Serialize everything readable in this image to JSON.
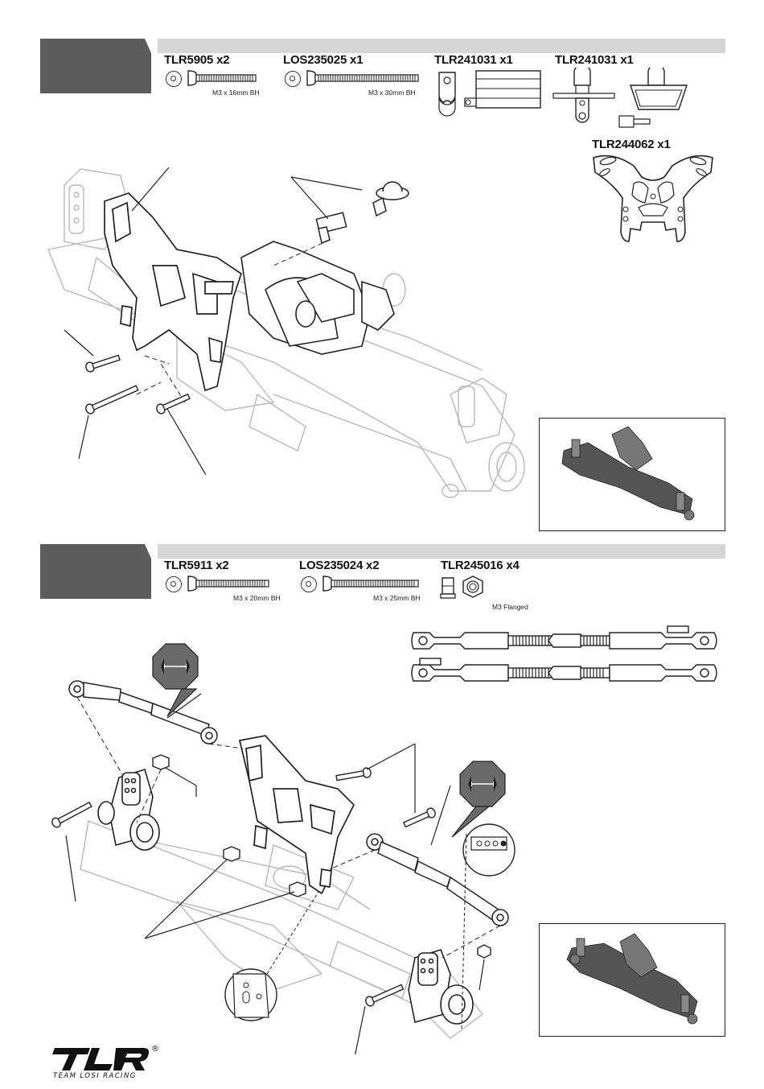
{
  "step1": {
    "parts": [
      {
        "code": "TLR5905 x2",
        "spec": "M3 x 16mm BH"
      },
      {
        "code": "LOS235025 x1",
        "spec": "M3 x 30mm BH"
      },
      {
        "code": "TLR241031 x1"
      },
      {
        "code": "TLR241031 x1"
      },
      {
        "code": "TLR244062 x1"
      }
    ]
  },
  "step2": {
    "parts": [
      {
        "code": "TLR5911 x2",
        "spec": "M3 x 20mm BH"
      },
      {
        "code": "LOS235024 x2",
        "spec": "M3 x 25mm BH"
      },
      {
        "code": "TLR245016 x4",
        "spec": "M3 Flanged"
      }
    ]
  },
  "logo": {
    "mark": "TLR",
    "registered": "®",
    "tagline": "TEAM LOSI RACING"
  },
  "colors": {
    "step_block": "#5d5d5d",
    "step_bar": "#d6d6d6",
    "line_art": "#222222",
    "ghost_art": "#b8b8b8"
  }
}
